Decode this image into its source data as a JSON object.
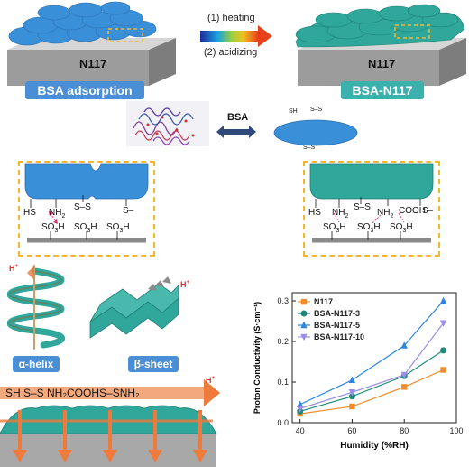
{
  "top": {
    "slab_left_label": "N117",
    "slab_right_label": "N117",
    "caption_left": "BSA adsorption",
    "caption_right": "BSA-N117",
    "step1": "(1) heating",
    "step2": "(2) acidizing"
  },
  "mid": {
    "bsa_label": "BSA",
    "ellipse_labels": [
      "SH",
      "S–S",
      "S–S"
    ]
  },
  "panel_left": {
    "labels": [
      "HS",
      "NH",
      "2",
      "S–S",
      "S–",
      "SO",
      "3",
      "H",
      "SO",
      "3",
      "H",
      "SO",
      "3",
      "H"
    ]
  },
  "panel_right": {
    "labels": [
      "HS",
      "NH",
      "2",
      "S–S",
      "NH",
      "2",
      "COOH",
      "S–",
      "SO",
      "3",
      "H",
      "SO",
      "3",
      "H",
      "SO",
      "3",
      "H"
    ]
  },
  "structures": {
    "helix_label": "α-helix",
    "sheet_label": "β-sheet",
    "proton_label": "H",
    "proton_sup": "+"
  },
  "channel": {
    "text": "SH  S–S NH₂COOHS–SNH₂",
    "proton_label": "H",
    "proton_sup": "+"
  },
  "colors": {
    "bsa_blue": "#3a8fd9",
    "bsa_teal": "#2fa79a",
    "caption_blue": "#4a8fd6",
    "caption_teal": "#3ab1ad",
    "dash": "#f3b62e",
    "arrow_orange": "#ef7a3c"
  },
  "chart_data": {
    "type": "line",
    "xlabel": "Humidity (%RH)",
    "ylabel": "Proton Conductivity (S·cm⁻¹)",
    "x": [
      40,
      60,
      80,
      95
    ],
    "xlim": [
      37,
      100
    ],
    "ylim": [
      0,
      0.32
    ],
    "xticks": [
      "40",
      "60",
      "80",
      "100"
    ],
    "xtick_values": [
      40,
      60,
      80,
      100
    ],
    "yticks": [
      "0.0",
      "0.1",
      "0.2",
      "0.3"
    ],
    "ytick_values": [
      0.0,
      0.1,
      0.2,
      0.3
    ],
    "legend_position": "top-left",
    "series": [
      {
        "name": "N117",
        "color": "#f28c28",
        "marker": "square",
        "values": [
          0.022,
          0.04,
          0.088,
          0.13
        ]
      },
      {
        "name": "BSA-N117-3",
        "color": "#1f8a7a",
        "marker": "circle",
        "values": [
          0.028,
          0.065,
          0.115,
          0.178
        ]
      },
      {
        "name": "BSA-N117-5",
        "color": "#2a86e0",
        "marker": "triangle",
        "values": [
          0.045,
          0.105,
          0.19,
          0.3
        ]
      },
      {
        "name": "BSA-N117-10",
        "color": "#9b8ee8",
        "marker": "triangle-down",
        "values": [
          0.035,
          0.075,
          0.118,
          0.245
        ]
      }
    ]
  }
}
